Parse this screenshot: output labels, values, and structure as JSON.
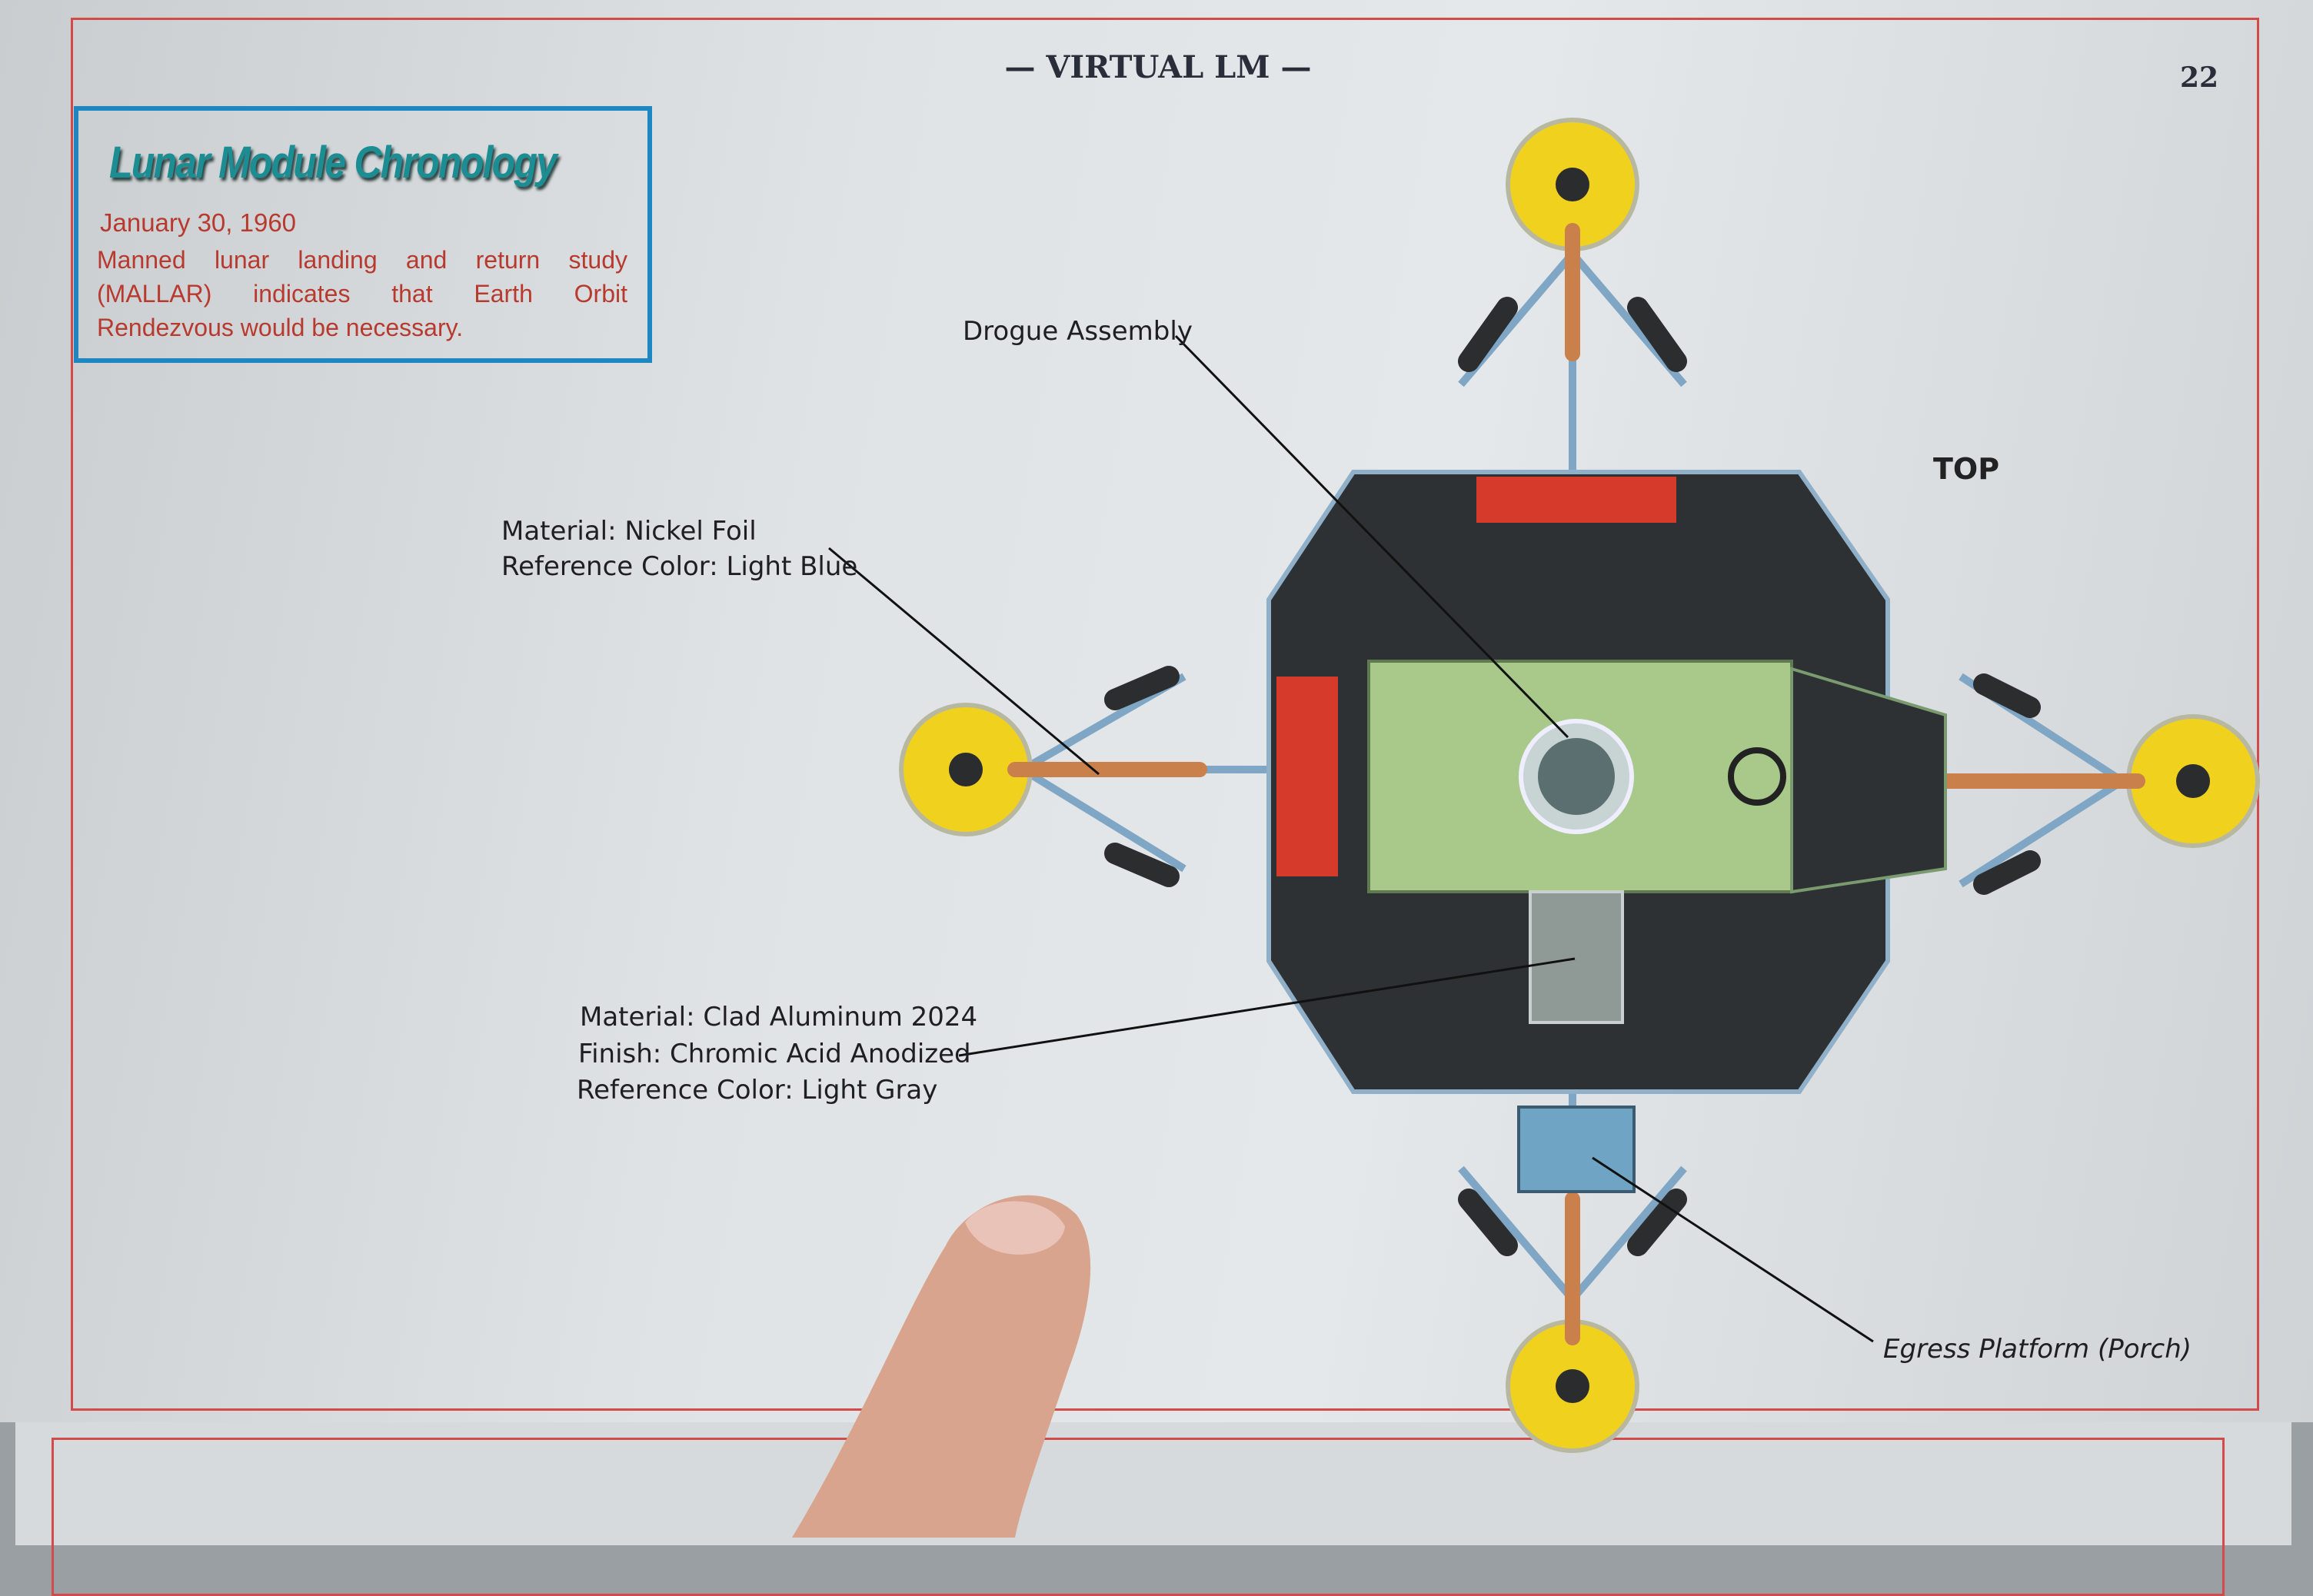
{
  "header": {
    "title": "— VIRTUAL LM —",
    "page_number": "22"
  },
  "chronology": {
    "title": "Lunar Module Chronology",
    "date": "January 30, 1960",
    "body": "Manned lunar landing and return study (MALLAR) indicates that Earth Orbit Rendezvous would be necessary."
  },
  "diagram": {
    "view_label": "TOP",
    "callouts": {
      "drogue": "Drogue Assembly",
      "nickel": [
        "Material: Nickel Foil",
        "Reference Color: Light Blue"
      ],
      "aluminum": [
        "Material: Clad Aluminum 2024",
        "Finish: Chromic Acid Anodized",
        "Reference Color: Light Gray"
      ],
      "egress": "Egress Platform (Porch)"
    }
  },
  "colors": {
    "frame": "#d24a4a",
    "box_border": "#1e86c0",
    "title": "#1c8d92",
    "body_text": "#b83a2e"
  }
}
